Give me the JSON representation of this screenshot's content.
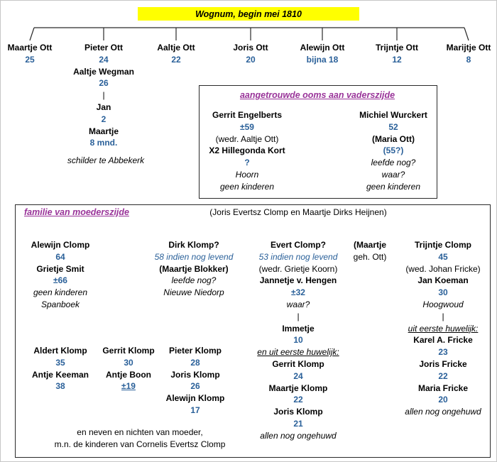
{
  "title": "Wognum, begin mei 1810",
  "colors": {
    "accent_blue": "#2a6099",
    "heading_magenta": "#993399",
    "highlight_yellow": "#ffff00",
    "line_black": "#2a2a2a"
  },
  "top_generation": {
    "columns": [
      {
        "person": "Maartje Ott",
        "lines": [
          {
            "t": "Maartje Ott",
            "s": "n"
          },
          {
            "t": "25",
            "s": "a"
          }
        ]
      },
      {
        "person": "Pieter Ott",
        "lines": [
          {
            "t": "Pieter Ott",
            "s": "n"
          },
          {
            "t": "24",
            "s": "a"
          },
          {
            "t": "Aaltje Wegman",
            "s": "n"
          },
          {
            "t": "26",
            "s": "a"
          },
          {
            "t": "|",
            "s": "p"
          },
          {
            "t": "Jan",
            "s": "n"
          },
          {
            "t": "2",
            "s": "a"
          },
          {
            "t": "Maartje",
            "s": "n"
          },
          {
            "t": "8 mnd.",
            "s": "a"
          }
        ]
      },
      {
        "person": "Aaltje Ott",
        "lines": [
          {
            "t": "Aaltje Ott",
            "s": "n"
          },
          {
            "t": "22",
            "s": "a"
          }
        ]
      },
      {
        "person": "Joris Ott",
        "lines": [
          {
            "t": "Joris Ott",
            "s": "n"
          },
          {
            "t": "20",
            "s": "a"
          }
        ]
      },
      {
        "person": "Alewijn Ott",
        "lines": [
          {
            "t": "Alewijn Ott",
            "s": "n"
          },
          {
            "t": "bijna 18",
            "s": "a"
          }
        ]
      },
      {
        "person": "Trijntje Ott",
        "lines": [
          {
            "t": "Trijntje Ott",
            "s": "n"
          },
          {
            "t": "12",
            "s": "a"
          }
        ]
      },
      {
        "person": "Marijtje Ott",
        "lines": [
          {
            "t": "Marijtje Ott",
            "s": "n"
          },
          {
            "t": "8",
            "s": "a"
          }
        ]
      }
    ],
    "note": "schilder te Abbekerk"
  },
  "uncles_box": {
    "title": "aangetrouwde ooms aan vaderszijde",
    "columns": [
      {
        "person": "Gerrit Engelberts",
        "lines": [
          {
            "t": "Gerrit Engelberts",
            "s": "n"
          },
          {
            "t": "±59",
            "s": "a"
          },
          {
            "t": "(wedr. Aaltje Ott)",
            "s": "p"
          },
          {
            "t": "X2 Hillegonda Kort",
            "s": "n"
          },
          {
            "t": "?",
            "s": "a"
          },
          {
            "t": "Hoorn",
            "s": "i"
          },
          {
            "t": "geen kinderen",
            "s": "i"
          }
        ]
      },
      {
        "person": "Michiel Wurckert",
        "lines": [
          {
            "t": "Michiel Wurckert",
            "s": "n"
          },
          {
            "t": "52",
            "s": "a"
          },
          {
            "t": "(Maria Ott)",
            "s": "n"
          },
          {
            "t": "(55?)",
            "s": "a"
          },
          {
            "t": "leefde nog?",
            "s": "i"
          },
          {
            "t": "waar?",
            "s": "i"
          },
          {
            "t": "geen kinderen",
            "s": "i"
          }
        ]
      }
    ]
  },
  "mother_box": {
    "title": "familie van moederszijde",
    "parents": "(Joris Evertsz Clomp en Maartje Dirks Heijnen)",
    "columns": [
      {
        "person": "Alewijn Clomp",
        "lines": [
          {
            "t": "Alewijn Clomp",
            "s": "n"
          },
          {
            "t": "64",
            "s": "a"
          },
          {
            "t": "Grietje Smit",
            "s": "n"
          },
          {
            "t": "±66",
            "s": "a"
          },
          {
            "t": "geen kinderen",
            "s": "i"
          },
          {
            "t": "Spanboek",
            "s": "i"
          }
        ]
      },
      {
        "person": "Dirk Klomp",
        "lines": [
          {
            "t": "Dirk Klomp?",
            "s": "n"
          },
          {
            "t": "58 indien nog levend",
            "s": "bi"
          },
          {
            "t": "(Maartje Blokker)",
            "s": "n"
          },
          {
            "t": "leefde nog?",
            "s": "i"
          },
          {
            "t": "Nieuwe Niedorp",
            "s": "i"
          }
        ]
      },
      {
        "person": "Evert Clomp",
        "lines": [
          {
            "t": "Evert Clomp?",
            "s": "n"
          },
          {
            "t": "53 indien nog levend",
            "s": "bi"
          },
          {
            "t": "(wedr. Grietje Koorn)",
            "s": "p"
          },
          {
            "t": "Jannetje v. Hengen",
            "s": "n"
          },
          {
            "t": "±32",
            "s": "a"
          },
          {
            "t": "waar?",
            "s": "i"
          },
          {
            "t": "|",
            "s": "p"
          },
          {
            "t": "Immetje",
            "s": "n"
          },
          {
            "t": "10",
            "s": "a"
          },
          {
            "t": "en uit eerste huwelijk:",
            "s": "iu"
          },
          {
            "t": "Gerrit Klomp",
            "s": "n"
          },
          {
            "t": "24",
            "s": "a"
          },
          {
            "t": "Maartje Klomp",
            "s": "n"
          },
          {
            "t": "22",
            "s": "a"
          },
          {
            "t": "Joris Klomp",
            "s": "n"
          },
          {
            "t": "21",
            "s": "a"
          },
          {
            "t": "allen nog ongehuwd",
            "s": "i"
          }
        ]
      },
      {
        "person": "Maartje geh. Ott",
        "lines": [
          {
            "t": "(Maartje",
            "s": "n"
          },
          {
            "t": "geh. Ott)",
            "s": "p"
          }
        ]
      },
      {
        "person": "Trijntje Clomp",
        "lines": [
          {
            "t": "Trijntje Clomp",
            "s": "n"
          },
          {
            "t": "45",
            "s": "a"
          },
          {
            "t": "(wed. Johan Fricke)",
            "s": "p"
          },
          {
            "t": "Jan Koeman",
            "s": "n"
          },
          {
            "t": "30",
            "s": "a"
          },
          {
            "t": "Hoogwoud",
            "s": "i"
          },
          {
            "t": "|",
            "s": "p"
          },
          {
            "t": "uit eerste huwelijk:",
            "s": "iu"
          },
          {
            "t": "Karel A. Fricke",
            "s": "n"
          },
          {
            "t": "23",
            "s": "a"
          },
          {
            "t": "Joris Fricke",
            "s": "n"
          },
          {
            "t": "22",
            "s": "a"
          },
          {
            "t": "Maria Fricke",
            "s": "n"
          },
          {
            "t": "20",
            "s": "a"
          },
          {
            "t": "allen nog ongehuwd",
            "s": "i"
          }
        ]
      }
    ],
    "dirk_children": [
      {
        "person": "Aldert Klomp",
        "lines": [
          {
            "t": "Aldert Klomp",
            "s": "n"
          },
          {
            "t": "35",
            "s": "a"
          },
          {
            "t": "Antje Keeman",
            "s": "n"
          },
          {
            "t": "38",
            "s": "a"
          }
        ]
      },
      {
        "person": "Gerrit Klomp",
        "lines": [
          {
            "t": "Gerrit Klomp",
            "s": "n"
          },
          {
            "t": "30",
            "s": "a"
          },
          {
            "t": "Antje Boon",
            "s": "n"
          },
          {
            "t": "±19",
            "s": "au"
          }
        ]
      },
      {
        "person": "Pieter Klomp",
        "lines": [
          {
            "t": "Pieter Klomp",
            "s": "n"
          },
          {
            "t": "28",
            "s": "a"
          },
          {
            "t": "Joris Klomp",
            "s": "n"
          },
          {
            "t": "26",
            "s": "a"
          },
          {
            "t": "Alewijn Klomp",
            "s": "n"
          },
          {
            "t": "17",
            "s": "a"
          }
        ]
      }
    ],
    "note_lines": [
      {
        "t": "en neven en nichten van moeder,",
        "s": "p"
      },
      {
        "t": "m.n. de kinderen van Cornelis Evertsz Clomp",
        "s": "p"
      }
    ]
  }
}
